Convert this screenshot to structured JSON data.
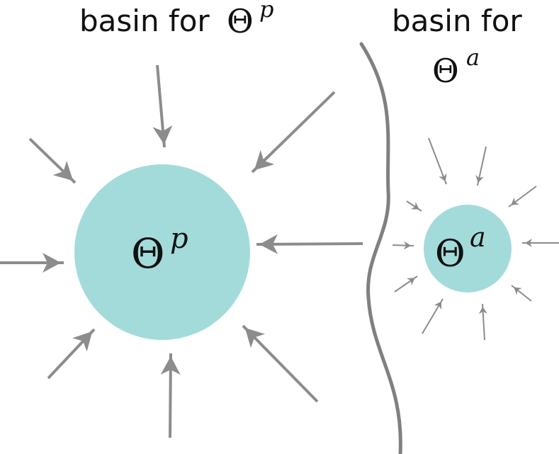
{
  "basins": [
    {
      "id": "p",
      "caption_text": "basin for",
      "symbol": "Θ",
      "superscript": "p",
      "color": "#a3dbdb"
    },
    {
      "id": "a",
      "caption_text": "basin for",
      "symbol": "Θ",
      "superscript": "a",
      "color": "#a3dbdb"
    }
  ],
  "arrow_color": "#8c8c8c",
  "boundary_color": "#808080"
}
